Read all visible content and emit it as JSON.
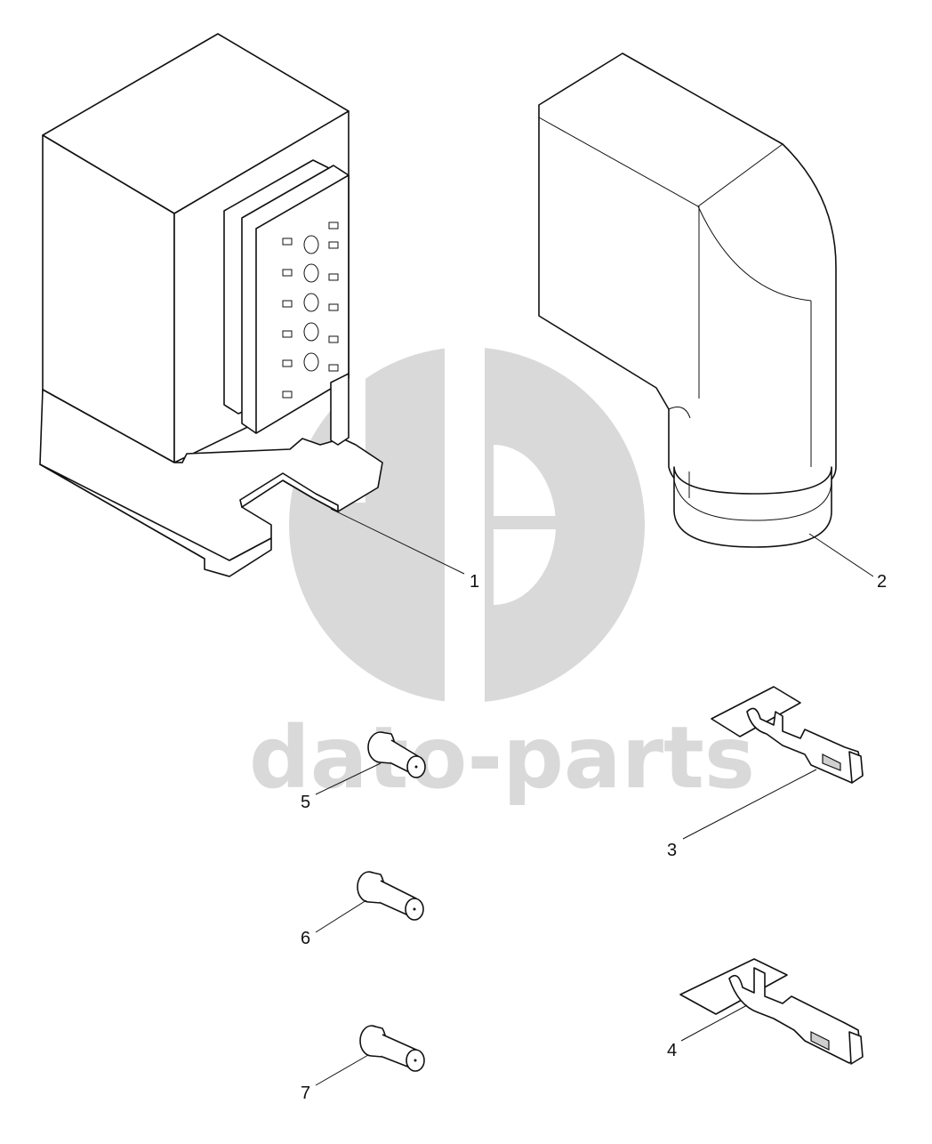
{
  "watermark": {
    "text": "dato-parts",
    "color": "#d9d9d9"
  },
  "callouts": [
    {
      "id": "1",
      "label": "1"
    },
    {
      "id": "2",
      "label": "2"
    },
    {
      "id": "3",
      "label": "3"
    },
    {
      "id": "4",
      "label": "4"
    },
    {
      "id": "5",
      "label": "5"
    },
    {
      "id": "6",
      "label": "6"
    },
    {
      "id": "7",
      "label": "7"
    }
  ]
}
